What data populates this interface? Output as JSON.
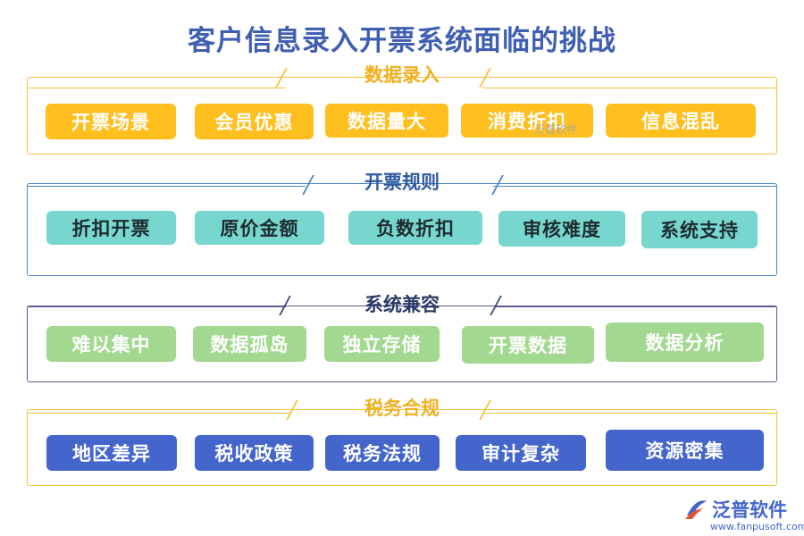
{
  "title": "客户信息录入开票系统面临的挑战",
  "sections": [
    {
      "title": "数据录入",
      "items": [
        "开票场景",
        "会员优惠",
        "数据量大",
        "消费折扣",
        "信息混乱"
      ]
    },
    {
      "title": "开票规则",
      "items": [
        "折扣开票",
        "原价金额",
        "负数折扣",
        "审核难度",
        "系统支持"
      ]
    },
    {
      "title": "系统兼容",
      "items": [
        "难以集中",
        "数据孤岛",
        "独立存储",
        "开票数据",
        "数据分析"
      ]
    },
    {
      "title": "税务合规",
      "items": [
        "地区差异",
        "税收政策",
        "税务法规",
        "审计复杂",
        "资源密集"
      ]
    }
  ],
  "colors": {
    "title": "#3f5fb2",
    "section_1": "#ffbf1f",
    "section_2": "#77d7cf",
    "section_3": "#a3d890",
    "section_4": "#4466cc"
  },
  "watermark": "泛普软件",
  "logo": {
    "name": "泛普软件",
    "url": "www.fanpusoft.com",
    "icon": "fanpu-logo-icon"
  }
}
